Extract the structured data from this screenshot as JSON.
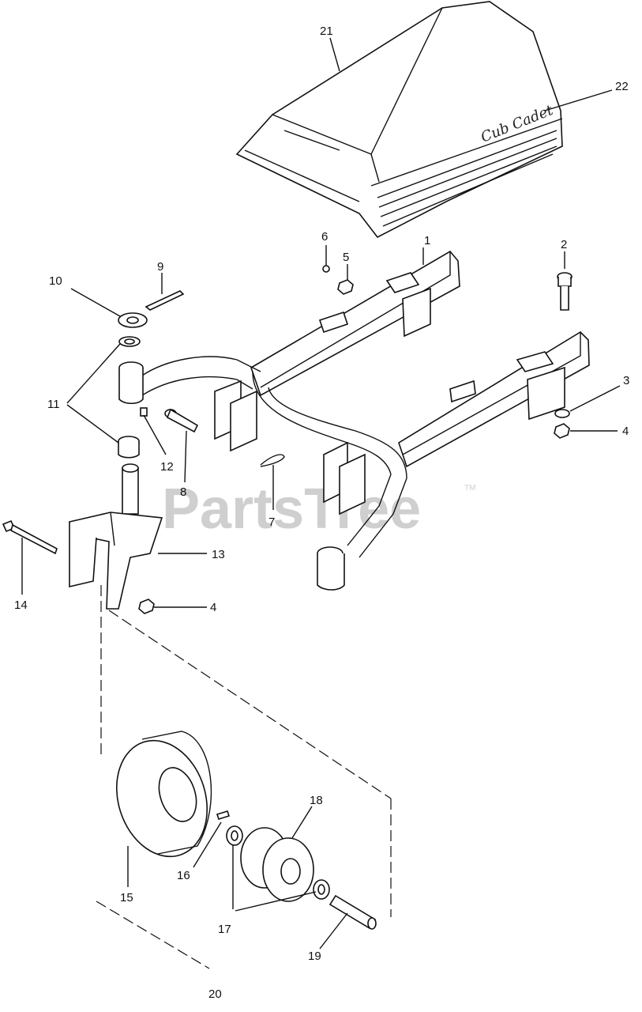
{
  "watermark": {
    "text": "PartsTree",
    "trademark": "TM"
  },
  "hood": {
    "logo_text": "Cub Cadet"
  },
  "callouts": [
    {
      "id": "c1",
      "label": "1"
    },
    {
      "id": "c2",
      "label": "2"
    },
    {
      "id": "c3",
      "label": "3"
    },
    {
      "id": "c4a",
      "label": "4"
    },
    {
      "id": "c4b",
      "label": "4"
    },
    {
      "id": "c5",
      "label": "5"
    },
    {
      "id": "c6",
      "label": "6"
    },
    {
      "id": "c7",
      "label": "7"
    },
    {
      "id": "c8",
      "label": "8"
    },
    {
      "id": "c9",
      "label": "9"
    },
    {
      "id": "c10",
      "label": "10"
    },
    {
      "id": "c11",
      "label": "11"
    },
    {
      "id": "c12",
      "label": "12"
    },
    {
      "id": "c13",
      "label": "13"
    },
    {
      "id": "c14",
      "label": "14"
    },
    {
      "id": "c15",
      "label": "15"
    },
    {
      "id": "c16",
      "label": "16"
    },
    {
      "id": "c17",
      "label": "17"
    },
    {
      "id": "c18",
      "label": "18"
    },
    {
      "id": "c19",
      "label": "19"
    },
    {
      "id": "c20",
      "label": "20"
    },
    {
      "id": "c21",
      "label": "21"
    },
    {
      "id": "c22",
      "label": "22"
    }
  ]
}
